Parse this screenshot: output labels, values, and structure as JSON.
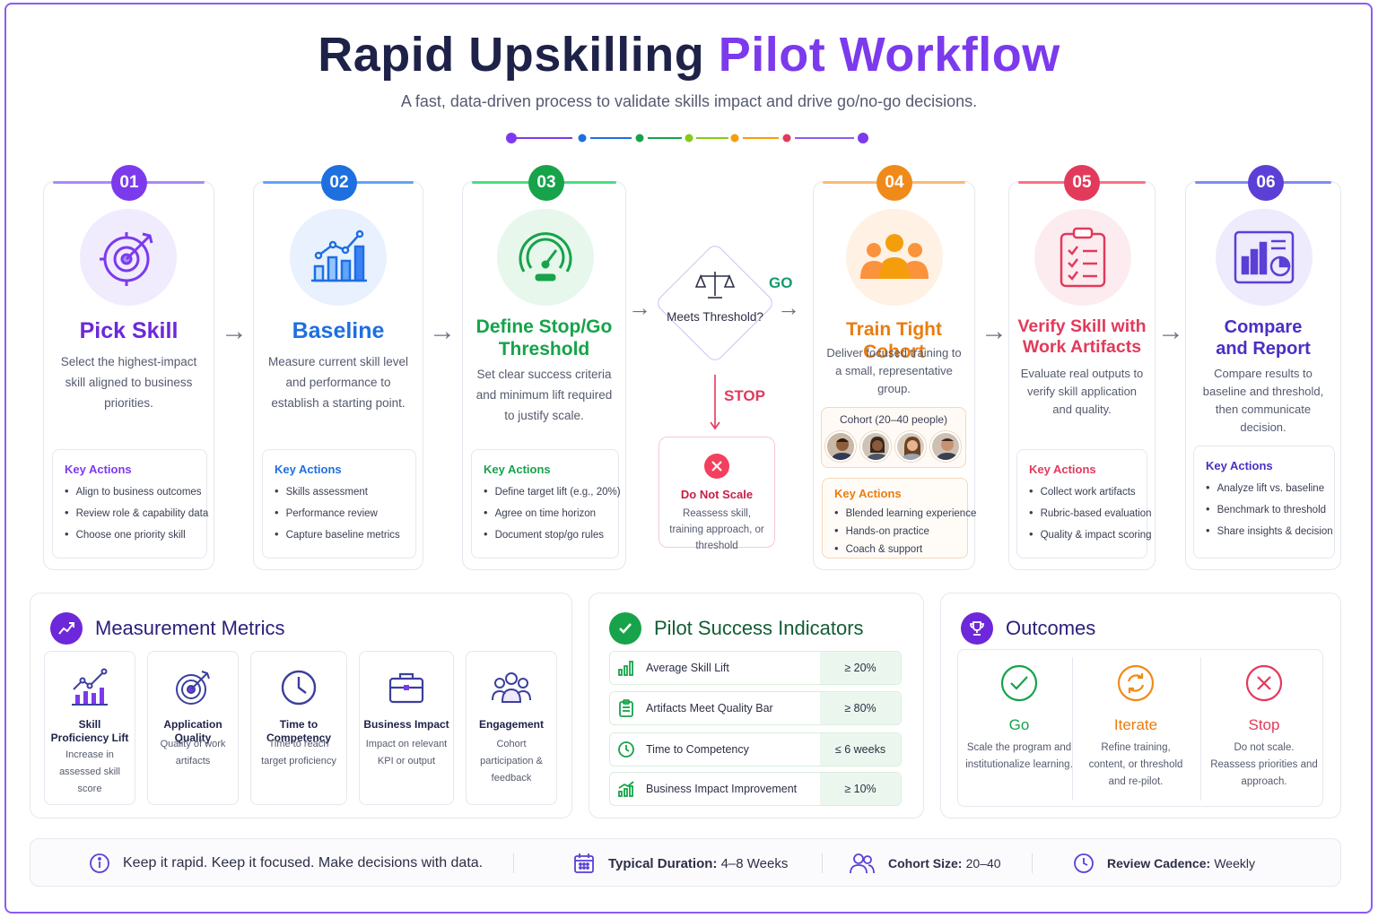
{
  "title": {
    "main": "Rapid Upskilling",
    "accent": "Pilot Workflow"
  },
  "subtitle": "A fast, data-driven process to validate skills impact and drive go/no-go decisions.",
  "colors": {
    "purple": "#7c3aed",
    "blue": "#1e6fe0",
    "green": "#16a34a",
    "orange": "#f08a1a",
    "pink": "#e23a5b",
    "indigo": "#5b3fd6"
  },
  "steps": [
    {
      "num": "01",
      "title": "Pick Skill",
      "desc": "Select the highest-impact skill aligned to business priorities.",
      "ka_title": "Key Actions",
      "actions": [
        "Align to business outcomes",
        "Review role & capability data",
        "Choose one priority skill"
      ]
    },
    {
      "num": "02",
      "title": "Baseline",
      "desc": "Measure current skill level and performance to establish a starting point.",
      "ka_title": "Key Actions",
      "actions": [
        "Skills assessment",
        "Performance review",
        "Capture baseline metrics"
      ]
    },
    {
      "num": "03",
      "title": "Define Stop/Go Threshold",
      "desc": "Set clear success criteria and minimum lift required to justify scale.",
      "ka_title": "Key Actions",
      "actions": [
        "Define target lift (e.g., 20%)",
        "Agree on time horizon",
        "Document stop/go rules"
      ]
    },
    {
      "num": "04",
      "title": "Train Tight Cohort",
      "desc": "Deliver focused training to a small, representative group.",
      "ka_title": "Key Actions",
      "actions": [
        "Blended learning experience",
        "Hands-on practice",
        "Coach & support"
      ]
    },
    {
      "num": "05",
      "title": "Verify Skill with Work Artifacts",
      "desc": "Evaluate real outputs to verify skill application and quality.",
      "ka_title": "Key Actions",
      "actions": [
        "Collect work artifacts",
        "Rubric-based evaluation",
        "Quality & impact scoring"
      ]
    },
    {
      "num": "06",
      "title": "Compare and Report",
      "desc": "Compare results to baseline and threshold, then communicate decision.",
      "ka_title": "Key Actions",
      "actions": [
        "Analyze lift vs. baseline",
        "Benchmark to threshold",
        "Share insights & decision"
      ]
    }
  ],
  "decision": {
    "question": "Meets Threshold?",
    "go": "GO",
    "stop": "STOP",
    "stop_title": "Do Not Scale",
    "stop_desc": "Reassess skill, training approach, or threshold"
  },
  "cohort": {
    "label": "Cohort (20–40 people)"
  },
  "metrics": {
    "title": "Measurement Metrics",
    "items": [
      {
        "name": "Skill Proficiency Lift",
        "desc": "Increase in assessed skill score",
        "icon": "trend-chart-icon"
      },
      {
        "name": "Application Quality",
        "desc": "Quality of work artifacts",
        "icon": "target-icon"
      },
      {
        "name": "Time to Competency",
        "desc": "Time to reach target proficiency",
        "icon": "clock-icon"
      },
      {
        "name": "Business Impact",
        "desc": "Impact on relevant KPI or output",
        "icon": "briefcase-icon"
      },
      {
        "name": "Engagement",
        "desc": "Cohort participation & feedback",
        "icon": "people-icon"
      }
    ]
  },
  "indicators": {
    "title": "Pilot Success Indicators",
    "items": [
      {
        "label": "Average Skill Lift",
        "value": "≥ 20%",
        "icon": "bar-chart-icon"
      },
      {
        "label": "Artifacts Meet Quality Bar",
        "value": "≥ 80%",
        "icon": "clipboard-icon"
      },
      {
        "label": "Time to Competency",
        "value": "≤ 6 weeks",
        "icon": "clock-icon"
      },
      {
        "label": "Business Impact Improvement",
        "value": "≥ 10%",
        "icon": "growth-chart-icon"
      }
    ]
  },
  "outcomes": {
    "title": "Outcomes",
    "items": [
      {
        "name": "Go",
        "desc": "Scale the program and institutionalize learning.",
        "color": "#16a34a"
      },
      {
        "name": "Iterate",
        "desc": "Refine training, content, or threshold and re-pilot.",
        "color": "#f08a1a"
      },
      {
        "name": "Stop",
        "desc": "Do not scale. Reassess priorities and approach.",
        "color": "#e23a5b"
      }
    ]
  },
  "footer": {
    "tagline": "Keep it rapid. Keep it focused. Make decisions with data.",
    "duration_label": "Typical Duration:",
    "duration_value": "4–8 Weeks",
    "cohort_label": "Cohort Size:",
    "cohort_value": "20–40",
    "cadence_label": "Review Cadence:",
    "cadence_value": "Weekly"
  }
}
